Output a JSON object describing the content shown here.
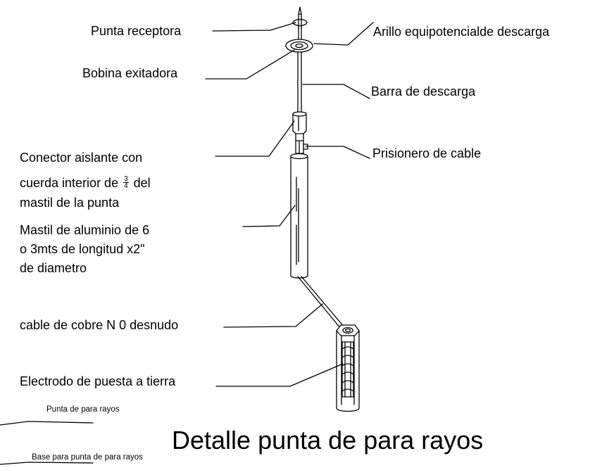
{
  "labels": {
    "punta_receptora": "Punta receptora",
    "arillo": "Arillo equipotencialde descarga",
    "bobina": "Bobina exitadora",
    "barra": "Barra de descarga",
    "prisionero": "Prisionero de cable",
    "conector_line1": "Conector aislante  con",
    "conector_line2_pre": "cuerda interior de ",
    "conector_frac_num": "3",
    "conector_frac_den": "4",
    "conector_line2_post": " del",
    "conector_line3": "mastil de la punta",
    "mastil_line1": "Mastil de aluminio de 6",
    "mastil_line2": "o 3mts de longitud x2\"",
    "mastil_line3": "de diametro",
    "cable": "cable de cobre N 0 desnudo",
    "electrodo": "Electrodo de puesta a tierra"
  },
  "legend": {
    "punta_para_rayos": "Punta de para rayos",
    "base_punta": "Base para punta de para rayos"
  },
  "title": "Detalle punta de para rayos"
}
